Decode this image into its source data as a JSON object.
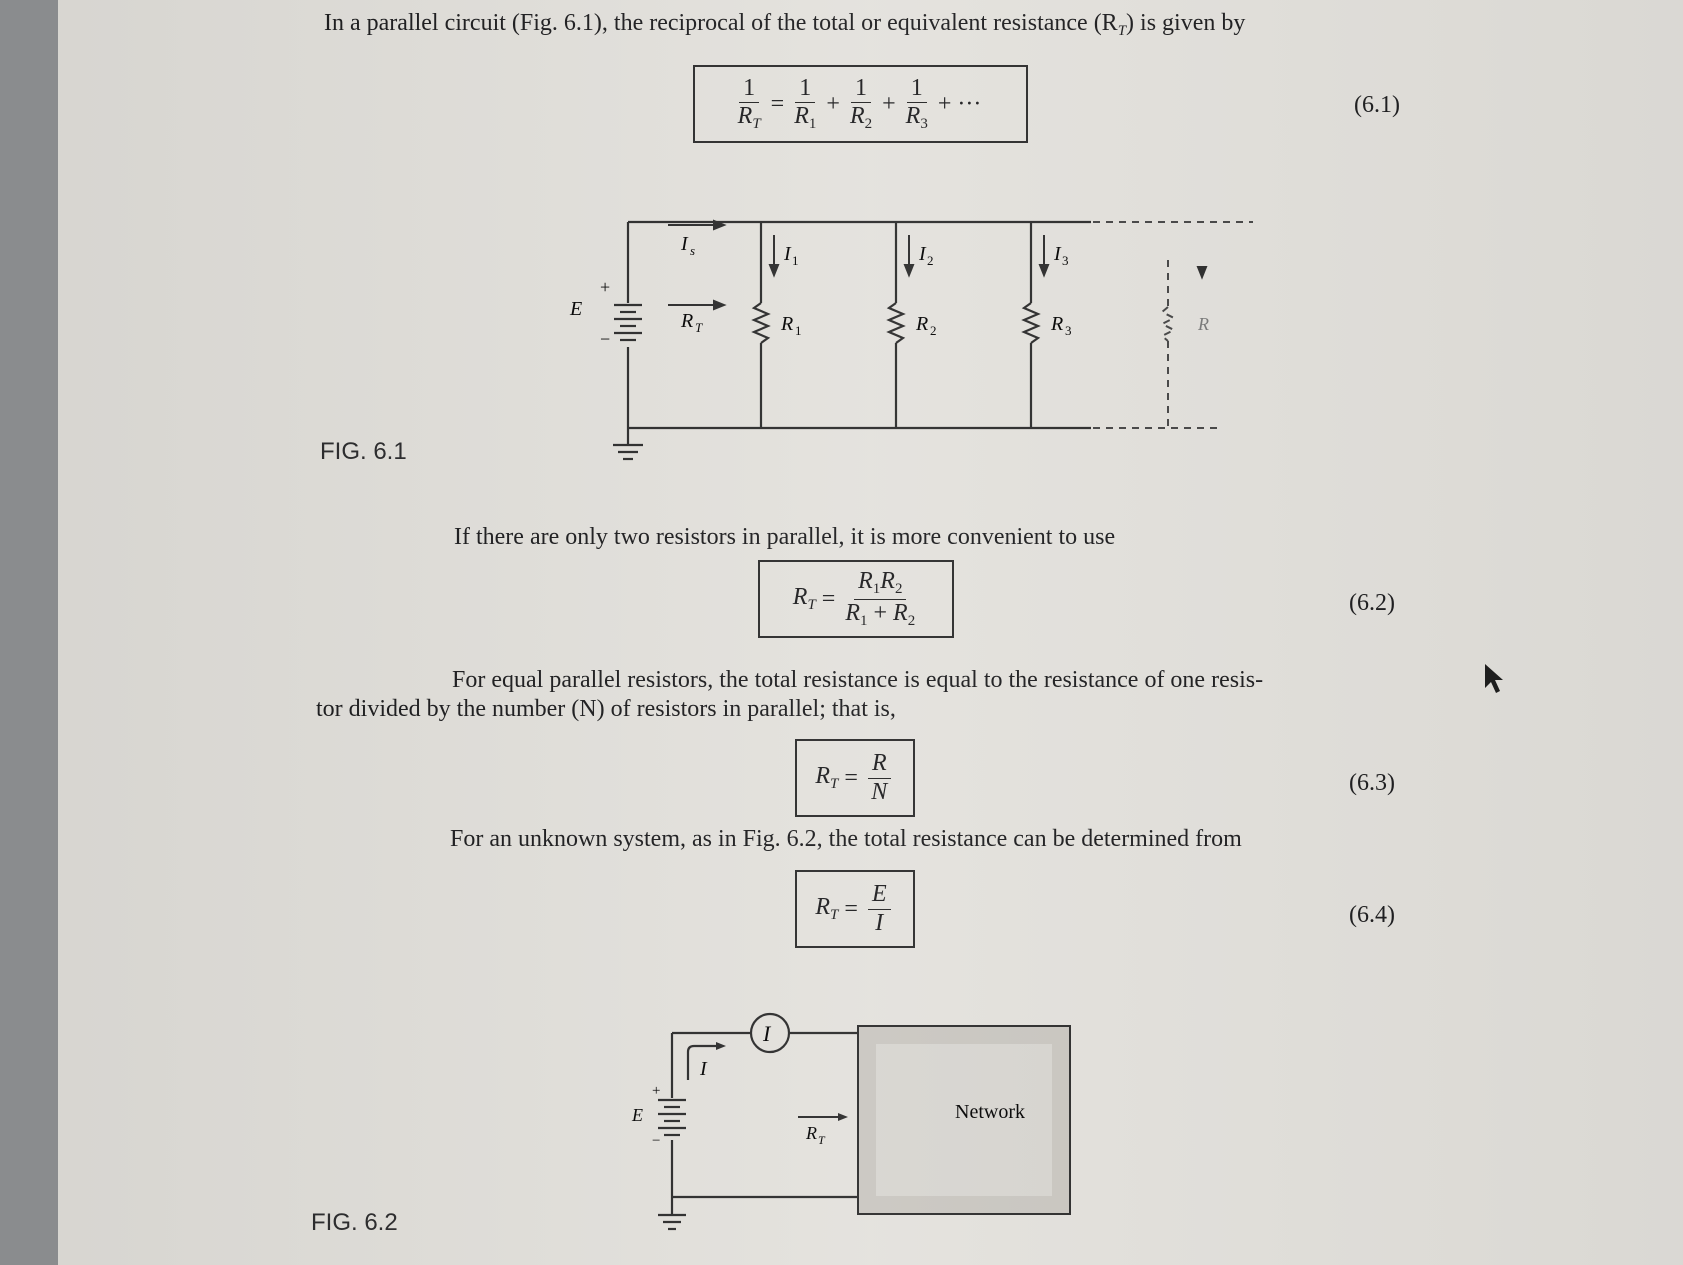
{
  "intro_text": "In a parallel circuit (Fig. 6.1), the reciprocal of the total or equivalent resistance (R",
  "intro_sub": "T",
  "intro_end": ") is given by",
  "eq1": {
    "one": "1",
    "R": "R",
    "sT": "T",
    "s1": "1",
    "s2": "2",
    "s3": "3",
    "eq": "=",
    "plus": "+",
    "dots": "+ ···",
    "number": "(6.1)"
  },
  "fig1": {
    "caption": "FIG. 6.1",
    "labels": {
      "E": "E",
      "plus": "+",
      "minus": "−",
      "Is": "I",
      "Is_sub": "s",
      "RT": "R",
      "RT_sub": "T",
      "I1": "I",
      "I1_sub": "1",
      "I2": "I",
      "I2_sub": "2",
      "I3": "I",
      "I3_sub": "3",
      "R1": "R",
      "R1_sub": "1",
      "R2": "R",
      "R2_sub": "2",
      "R3": "R",
      "R3_sub": "3",
      "R": "R"
    }
  },
  "para2": "If there are only two resistors in parallel, it is more convenient to use",
  "eq2": {
    "lhs": "R",
    "lhs_sub": "T",
    "eq": "=",
    "num_a": "R",
    "num_a_sub": "1",
    "num_b": "R",
    "num_b_sub": "2",
    "den_a": "R",
    "den_a_sub": "1",
    "den_plus": "+",
    "den_b": "R",
    "den_b_sub": "2",
    "number": "(6.2)"
  },
  "para3_line1": "For equal parallel resistors, the total resistance is equal to the resistance of one resis-",
  "para3_line2": "tor divided by the number (N) of resistors in parallel; that is,",
  "eq3": {
    "lhs": "R",
    "lhs_sub": "T",
    "eq": "=",
    "num": "R",
    "den": "N",
    "number": "(6.3)"
  },
  "para4": "For an unknown system, as in Fig. 6.2, the total resistance can be determined from",
  "eq4": {
    "lhs": "R",
    "lhs_sub": "T",
    "eq": "=",
    "num": "E",
    "den": "I",
    "number": "(6.4)"
  },
  "fig2": {
    "caption": "FIG. 6.2",
    "labels": {
      "meter": "I",
      "I": "I",
      "E": "E",
      "plus": "+",
      "minus": "−",
      "RT": "R",
      "RT_sub": "T",
      "network": "Network"
    }
  }
}
